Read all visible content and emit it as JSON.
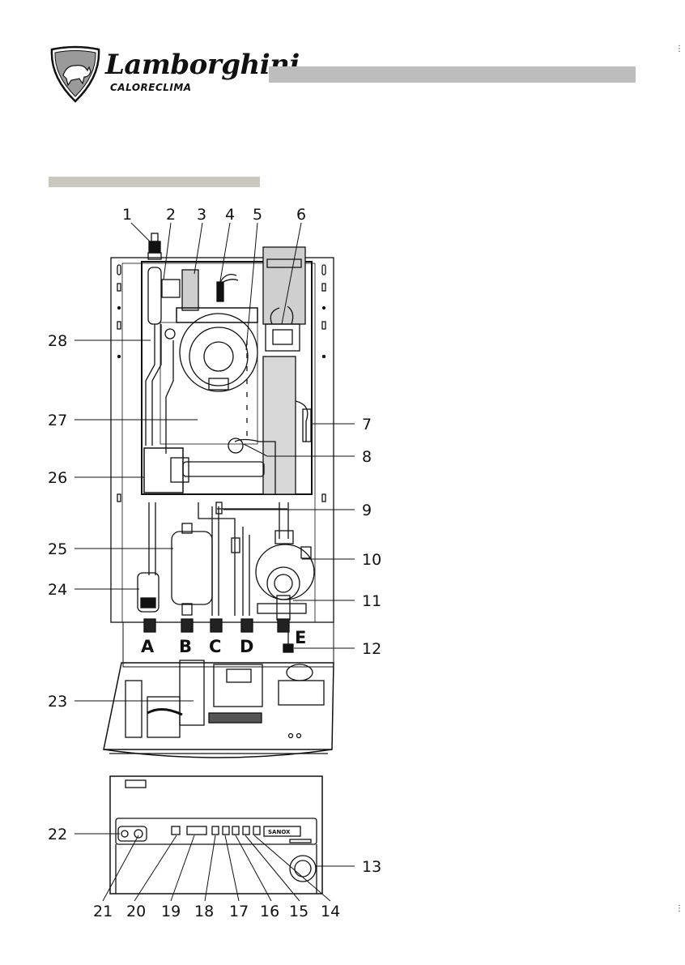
{
  "brand": {
    "name": "Lamborghini",
    "subtitle": "CALORECLIMA"
  },
  "edge_marks": {
    "top": "⋮",
    "bottom": "⋮"
  },
  "diagram": {
    "component_numbers": [
      "1",
      "2",
      "3",
      "4",
      "5",
      "6",
      "7",
      "8",
      "9",
      "10",
      "11",
      "12",
      "13",
      "14",
      "15",
      "16",
      "17",
      "18",
      "19",
      "20",
      "21",
      "22",
      "23",
      "24",
      "25",
      "26",
      "27",
      "28"
    ],
    "connection_letters": [
      "A",
      "B",
      "C",
      "D",
      "E"
    ],
    "panel_brand": "SANOX"
  }
}
